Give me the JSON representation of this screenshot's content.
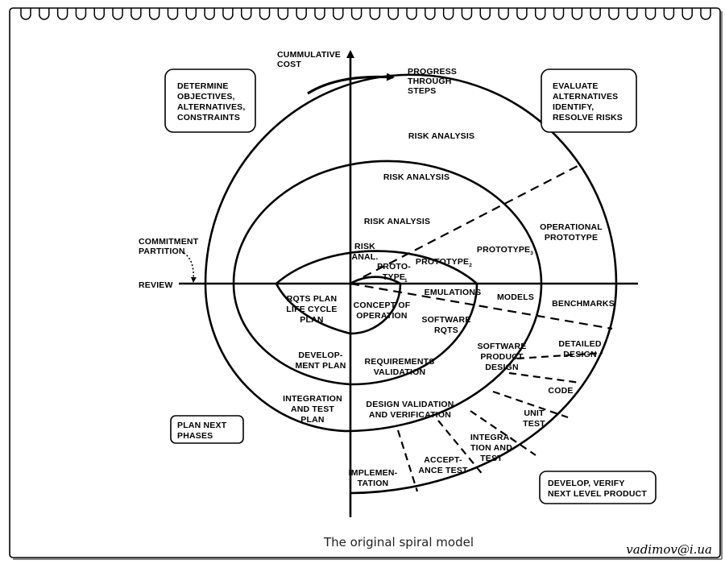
{
  "header_ruler": {
    "ring_count": 38
  },
  "axes": {
    "vertical_label": [
      "CUMMULATIVE",
      "COST"
    ],
    "horizontal_label": "REVIEW"
  },
  "progress_arrow_label": [
    "PROGRESS",
    "THROUGH",
    "STEPS"
  ],
  "commitment_label": [
    "COMMITMENT",
    "PARTITION"
  ],
  "quadrant_boxes": {
    "top_left": [
      "DETERMINE",
      "OBJECTIVES,",
      "ALTERNATIVES,",
      "CONSTRAINTS"
    ],
    "top_right": [
      "EVALUATE",
      "ALTERNATIVES",
      "IDENTIFY,",
      "RESOLVE RISKS"
    ],
    "bottom_left": [
      "PLAN NEXT",
      "PHASES"
    ],
    "bottom_right": [
      "DEVELOP, VERIFY",
      "NEXT LEVEL PRODUCT"
    ]
  },
  "risk_analysis": {
    "outer": "RISK ANALYSIS",
    "middle": "RISK ANALYSIS",
    "inner": "RISK ANALYSIS",
    "core": [
      "RISK",
      "ANAL."
    ]
  },
  "prototypes": {
    "p1": [
      "PROTO-",
      "TYPE"
    ],
    "p1_sub": "1",
    "p2": "PROTOTYPE",
    "p2_sub": "2",
    "p3": "PROTOTYPE",
    "p3_sub": "3",
    "operational": [
      "OPERATIONAL",
      "PROTOTYPE"
    ]
  },
  "right_bands": {
    "emulations": "EMULATIONS",
    "models": "MODELS",
    "benchmarks": "BENCHMARKS"
  },
  "development": {
    "concept": [
      "CONCEPT OF",
      "OPERATION"
    ],
    "software_rqts": [
      "SOFTWARE",
      "RQTS"
    ],
    "product_design": [
      "SOFTWARE",
      "PRODUCT",
      "DESIGN"
    ],
    "detailed_design": [
      "DETAILED",
      "DESIGN"
    ],
    "code": "CODE",
    "unit_test": [
      "UNIT",
      "TEST"
    ],
    "integration_test": [
      "INTEGRA-",
      "TION AND",
      "TEST"
    ],
    "acceptance_test": [
      "ACCEPT-",
      "ANCE TEST"
    ],
    "implementation": [
      "IMPLEMEN-",
      "TATION"
    ],
    "requirements_validation": [
      "REQUIREMENTS",
      "VALIDATION"
    ],
    "design_validation": [
      "DESIGN VALIDATION",
      "AND VERIFICATION"
    ]
  },
  "planning": {
    "rqts_plan": [
      "RQTS PLAN",
      "LIFE CYCLE",
      "PLAN"
    ],
    "development_plan": [
      "DEVELOP-",
      "MENT PLAN"
    ],
    "integration_plan": [
      "INTEGRATION",
      "AND TEST",
      "PLAN"
    ]
  },
  "caption": "The original spiral model",
  "credit": "vadimov@i.ua"
}
